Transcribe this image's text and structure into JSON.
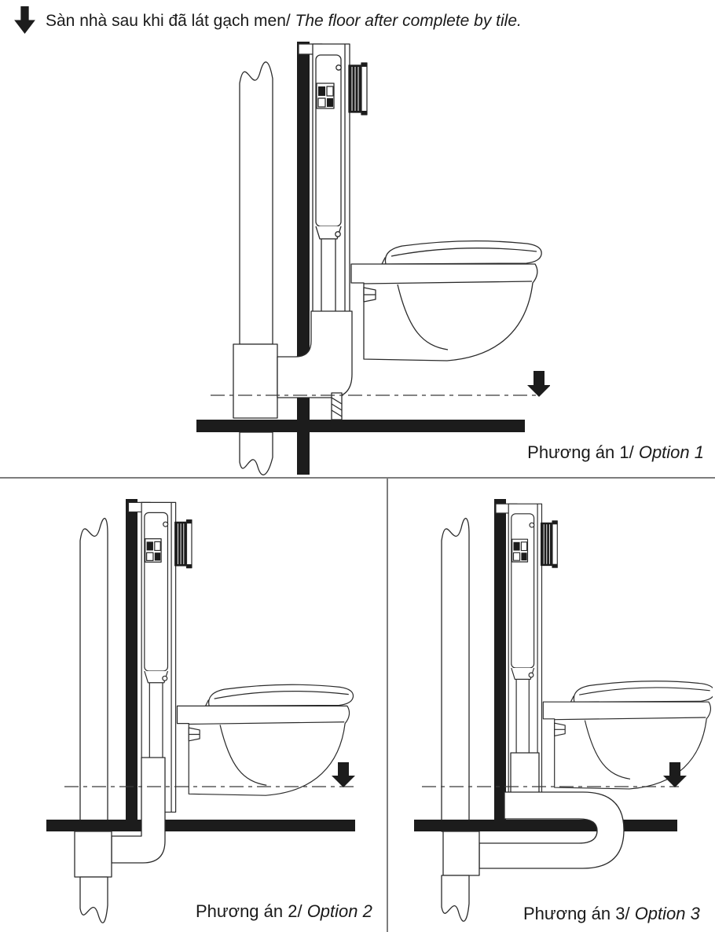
{
  "header": {
    "icon": "down-arrow-icon",
    "text_vi": "Sàn nhà sau khi đã lát gạch men/",
    "text_en": " The floor after complete by tile."
  },
  "options": [
    {
      "id": 1,
      "label_vi": "Phương án 1/",
      "label_en": " Option 1"
    },
    {
      "id": 2,
      "label_vi": "Phương án 2/",
      "label_en": " Option 2"
    },
    {
      "id": 3,
      "label_vi": "Phương án 3/",
      "label_en": " Option 3"
    }
  ],
  "icons": {
    "floor_level_marker": "down-arrow-icon"
  },
  "colors": {
    "background": "#ffffff",
    "line": "#2b2b2b",
    "solid_black": "#1c1c1c",
    "divider": "#7d7d7d"
  }
}
